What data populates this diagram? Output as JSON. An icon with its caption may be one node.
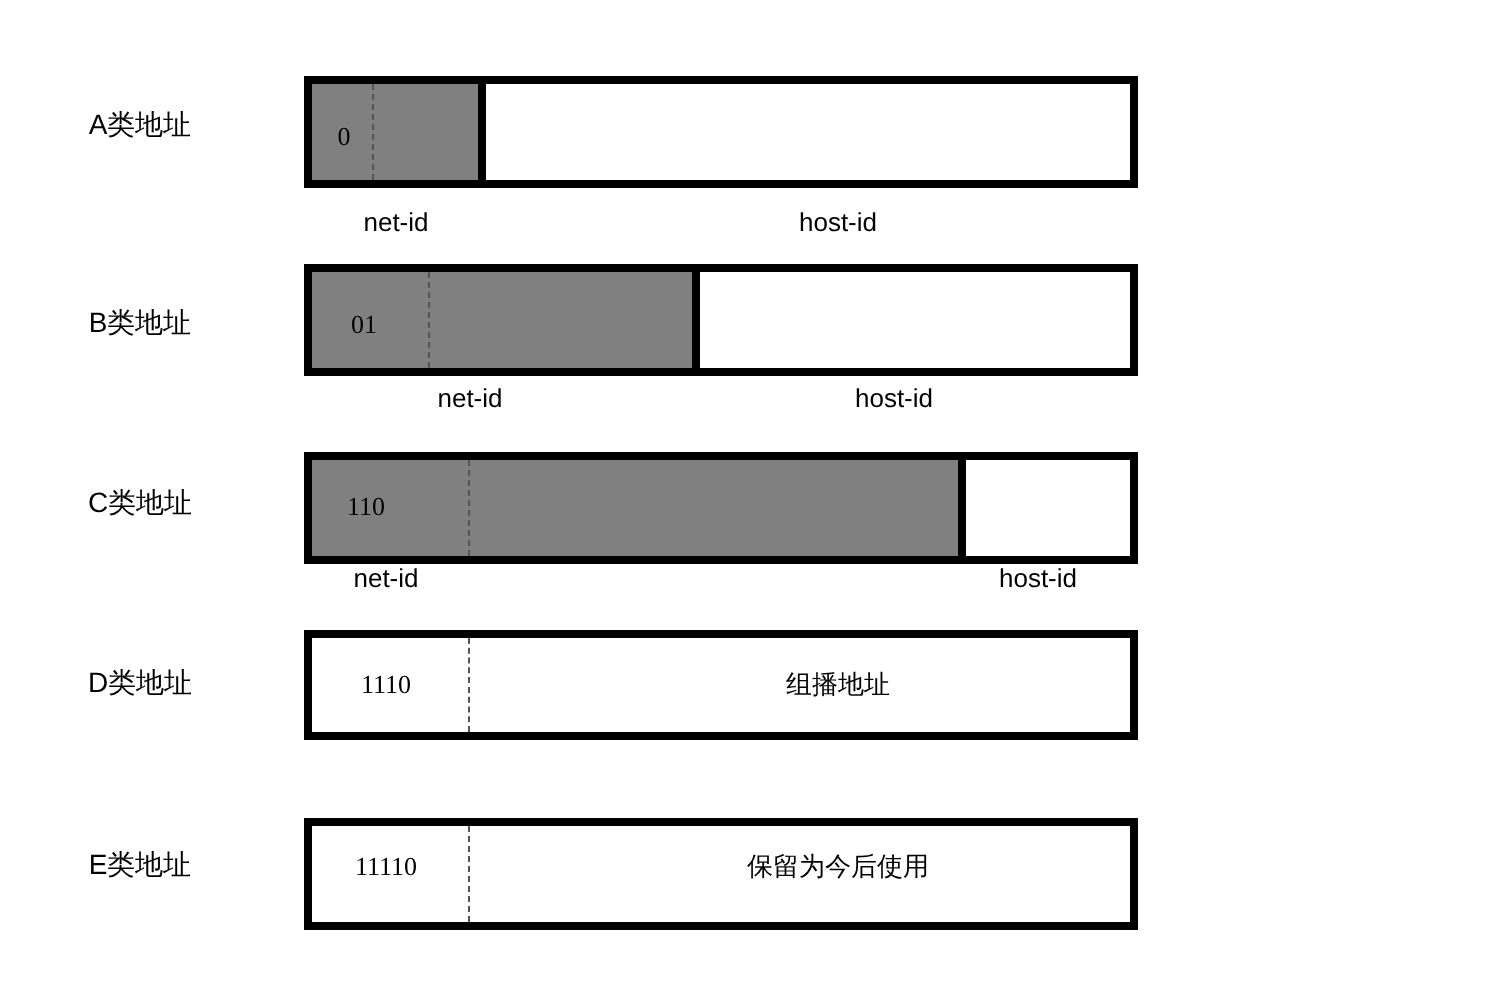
{
  "diagram": {
    "nodes": [
      {
        "text": [
          "0"
        ],
        "beside": [
          "net-id"
        ]
      },
      {
        "text": [],
        "shape": "box",
        "beside": [
          "host-id"
        ]
      },
      {
        "text": [
          "01"
        ],
        "beside": [
          "net-id"
        ]
      },
      {
        "text": [],
        "shape": "box",
        "beside": [
          "host-id"
        ]
      },
      {
        "text": [
          "110"
        ],
        "beside": [
          "net-id"
        ]
      },
      {
        "text": [],
        "shape": "box",
        "beside": [
          "host-id"
        ]
      },
      {
        "text": [
          "1110",
          "组播地址"
        ]
      },
      {
        "text": [
          "11110",
          "保留为今后使用"
        ]
      }
    ],
    "labels": [
      "A类地址",
      "B类地址",
      "C类地址",
      "D类地址",
      "E类地址"
    ]
  }
}
